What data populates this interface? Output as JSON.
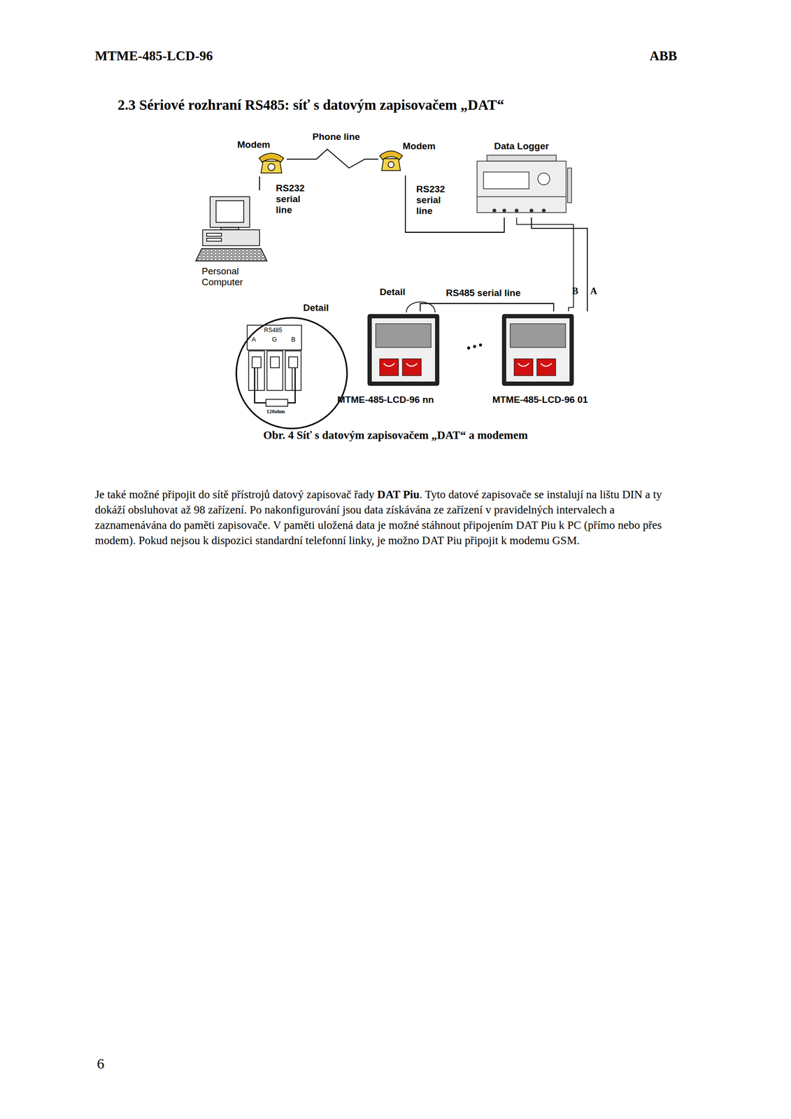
{
  "diagram": {
    "title": "2.3 Sériové rozhraní RS485: síť s datovým zapisovačem „DAT“",
    "caption": "Obr. 4 Síť s datovým zapisovačem „DAT“ a modemem",
    "nodes": [
      {
        "text": [
          "Modem"
        ]
      },
      {
        "text": [
          "Modem"
        ]
      },
      {
        "text": [
          "Data Logger"
        ]
      },
      {
        "text": [
          "Personal Computer"
        ]
      },
      {
        "text": [
          "Detail"
        ]
      },
      {
        "text": [
          "MTME-485-LCD-96 nn"
        ]
      },
      {
        "text": [
          "MTME-485-LCD-96 01"
        ]
      }
    ],
    "edges": [
      {
        "from": 3,
        "to": 0,
        "arrow": "none",
        "label": "RS232 serial line"
      },
      {
        "from": 0,
        "to": 1,
        "arrow": "none",
        "label": "Phone line"
      },
      {
        "from": 1,
        "to": 2,
        "arrow": "none",
        "label": "RS232 serial line"
      },
      {
        "from": 2,
        "to": 6,
        "arrow": "none"
      },
      {
        "from": 5,
        "to": 6,
        "arrow": "none",
        "label": "RS485 serial line"
      }
    ],
    "labels": [
      "MTME-485-LCD-96",
      "ABB",
      "Detail",
      "B",
      "A",
      "RS485",
      "A",
      "G",
      "B",
      "120ohm",
      "Je také možné připojit do sítě přístrojů datový zapisovač řady",
      "DAT Piu",
      ". Tyto datové zapisovače se instalují na lištu DIN a ty dokáží obsluhovat až 98 zařízení. Po nakonfigurování jsou data získávána ze zařízení v pravidelných intervalech a zaznamenávána do paměti zapisovače. V paměti uložená data je možné stáhnout připojením DAT Piu k PC (přímo nebo přes modem). Pokud nejsou k dispozici standardní telefonní linky, je možno DAT Piu připojit k modemu GSM.",
      "6"
    ]
  }
}
